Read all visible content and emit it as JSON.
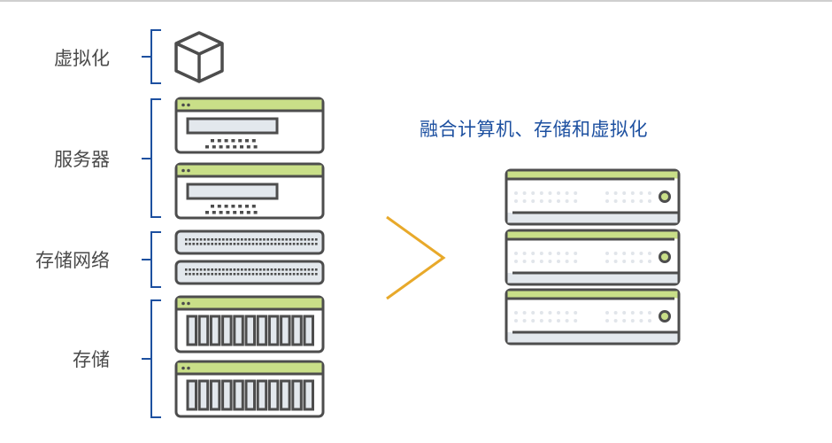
{
  "labels": {
    "virtualization": "虚拟化",
    "servers": "服务器",
    "storage_network": "存储网络",
    "storage": "存储"
  },
  "title": "融合计算机、存储和虚拟化",
  "colors": {
    "bracket": "#1d50a0",
    "title": "#1d50a0",
    "label": "#4a4a4a",
    "outline": "#4d4d4d",
    "header_green": "#c9df88",
    "panel_gray": "#e3e8ed",
    "arrow": "#e8a92a"
  },
  "icons": {
    "virtualization": "cube-icon",
    "servers": "server-unit-icon",
    "storage_network": "network-switch-icon",
    "storage": "storage-array-icon",
    "arrow": "chevron-right-icon",
    "converged": "converged-server-icon"
  },
  "counts": {
    "server_units": 2,
    "switch_units": 2,
    "storage_units": 2,
    "storage_drive_slots": 11,
    "converged_units": 3
  }
}
